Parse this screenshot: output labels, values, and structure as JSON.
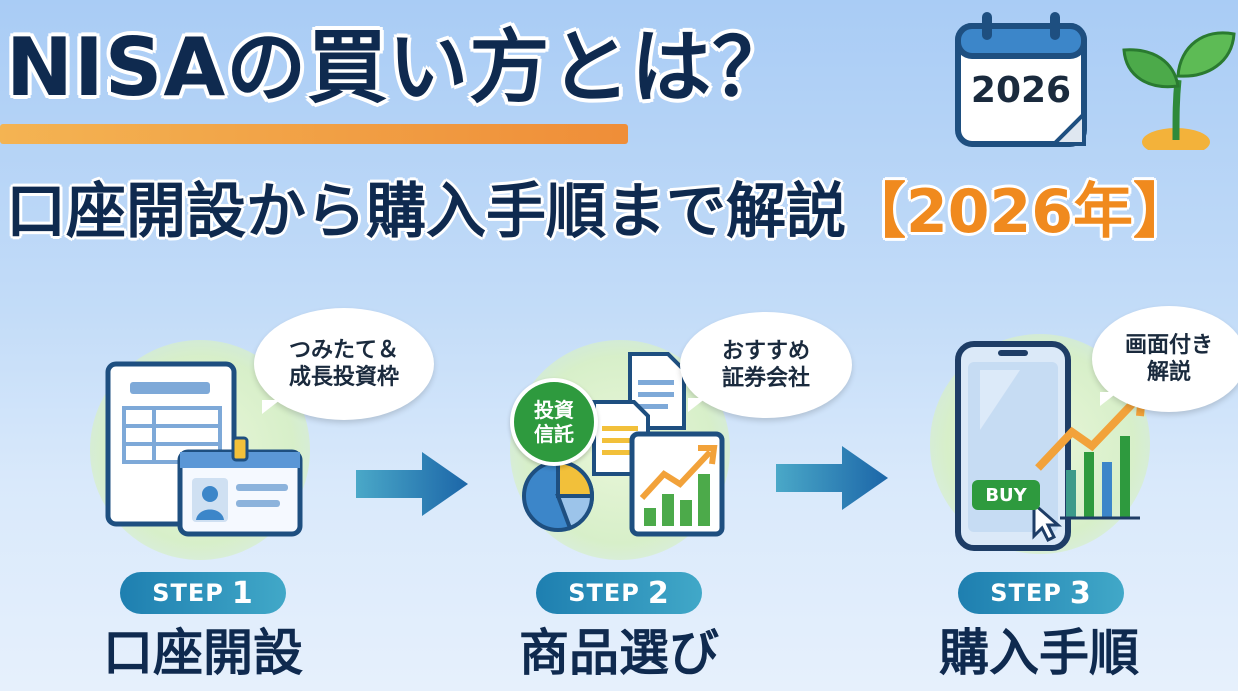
{
  "title": {
    "line1": "NISAの買い方とは？",
    "line2_main": "口座開設から購入手順まで解説",
    "line2_year": "【2026年】"
  },
  "calendar": {
    "year": "2026",
    "icon": "calendar-icon"
  },
  "sprout": {
    "icon": "sprout-icon"
  },
  "steps": [
    {
      "pill_text": "STEP",
      "num": "1",
      "label": "口座開設",
      "bubble_line1": "つみたて＆",
      "bubble_line2": "成長投資枠",
      "icon": "document-id-card-icon"
    },
    {
      "pill_text": "STEP",
      "num": "2",
      "label": "商品選び",
      "bubble_line1": "おすすめ",
      "bubble_line2": "証券会社",
      "badge_line1": "投資",
      "badge_line2": "信託",
      "icon": "investment-chart-icon"
    },
    {
      "pill_text": "STEP",
      "num": "3",
      "label": "購入手順",
      "bubble_line1": "画面付き",
      "bubble_line2": "解説",
      "buy_label": "BUY",
      "icon": "smartphone-buy-icon"
    }
  ],
  "colors": {
    "navy": "#0f2a4f",
    "orange": "#f08a1e",
    "step_pill": "#1e7fb0",
    "green": "#2e9a3e"
  }
}
